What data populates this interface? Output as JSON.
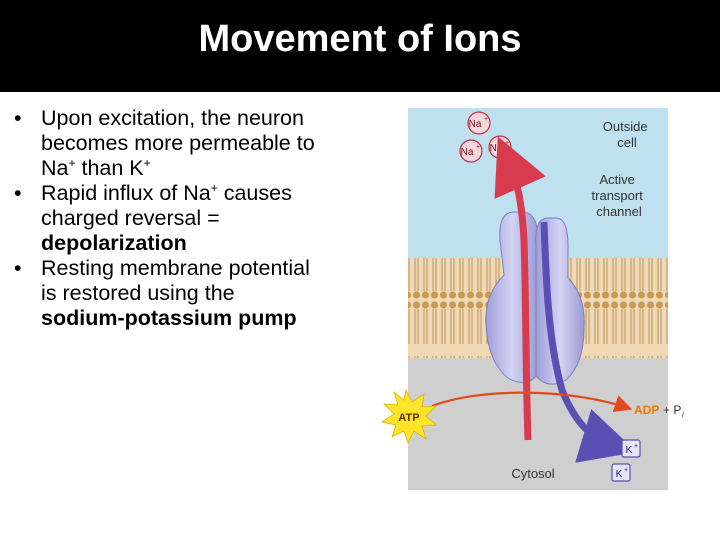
{
  "slide": {
    "title": "Movement of Ions",
    "bullets": [
      {
        "marker": "•",
        "lines": [
          {
            "text": "Upon excitation, the neuron"
          },
          {
            "text": "becomes more permeable to"
          },
          {
            "na": "Na",
            "plus1": "+",
            "mid": " than K",
            "plus2": "+"
          }
        ]
      },
      {
        "marker": "•",
        "lines": [
          {
            "pre": "Rapid influx of Na",
            "plus": "+",
            "post": " causes"
          },
          {
            "text": "charged reversal ="
          },
          {
            "bold": "depolarization"
          }
        ]
      },
      {
        "marker": "•",
        "lines": [
          {
            "text": "Resting membrane potential"
          },
          {
            "text": "is restored using the"
          },
          {
            "bold": "sodium-potassium pump"
          }
        ]
      }
    ]
  },
  "diagram": {
    "labels": {
      "outside": [
        "Outside",
        "cell"
      ],
      "channel": [
        "Active",
        "transport",
        "channel"
      ],
      "cytosol": "Cytosol",
      "atp": "ATP",
      "adp": "ADP",
      "pi": "+ P",
      "pi_sub": "i"
    },
    "ions": {
      "na": "Na",
      "k": "K",
      "plus": "+"
    },
    "colors": {
      "outside": "#bfe0ee",
      "cytosol": "#cfcfcf",
      "membrane": "#f1d9b6",
      "lipid_head": "#c99a55",
      "protein": "#b8b8e8",
      "na_arrow": "#d83a4e",
      "k_arrow": "#5a4fb3",
      "energy_arrow": "#e04a1e",
      "atp_burst": "#ffe52a",
      "adp_text": "#f07a00"
    }
  }
}
